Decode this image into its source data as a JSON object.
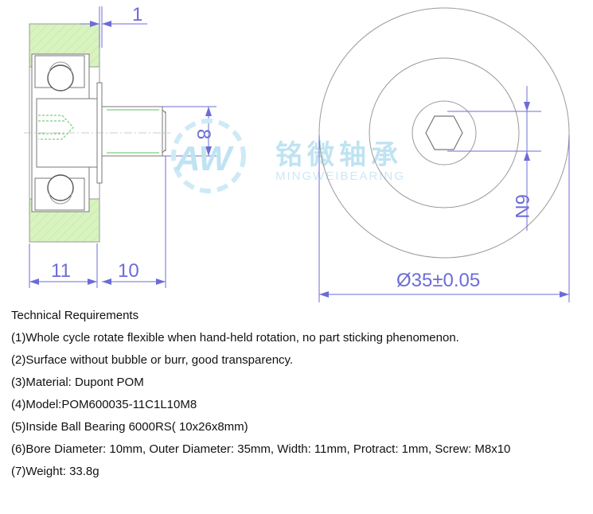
{
  "drawing": {
    "dimensions": {
      "protract": "1",
      "screw_length": "10",
      "width": "11",
      "screw_thread": "8",
      "bore": "6N",
      "outer_diameter": "Ø35±0.05"
    },
    "watermark": {
      "logo_letters": "AW",
      "brand_cn": "铭微轴承",
      "brand_en": "MINGWEIBEARING"
    },
    "colors": {
      "line": "#6c6cd8",
      "fill_green": "#d8f2c0",
      "outline": "#9a9a9a",
      "watermark": "#bfe3f3"
    }
  },
  "requirements": {
    "title": "Technical Requirements",
    "items": [
      "(1)Whole cycle rotate flexible when hand-held rotation, no part sticking phenomenon.",
      "(2)Surface without bubble or burr, good transparency.",
      "(3)Material: Dupont POM",
      "(4)Model:POM600035-11C1L10M8",
      "(5)Inside Ball Bearing 6000RS( 10x26x8mm)",
      "(6)Bore Diameter: 10mm, Outer Diameter: 35mm, Width: 11mm, Protract: 1mm, Screw: M8x10",
      "(7)Weight: 33.8g"
    ]
  }
}
